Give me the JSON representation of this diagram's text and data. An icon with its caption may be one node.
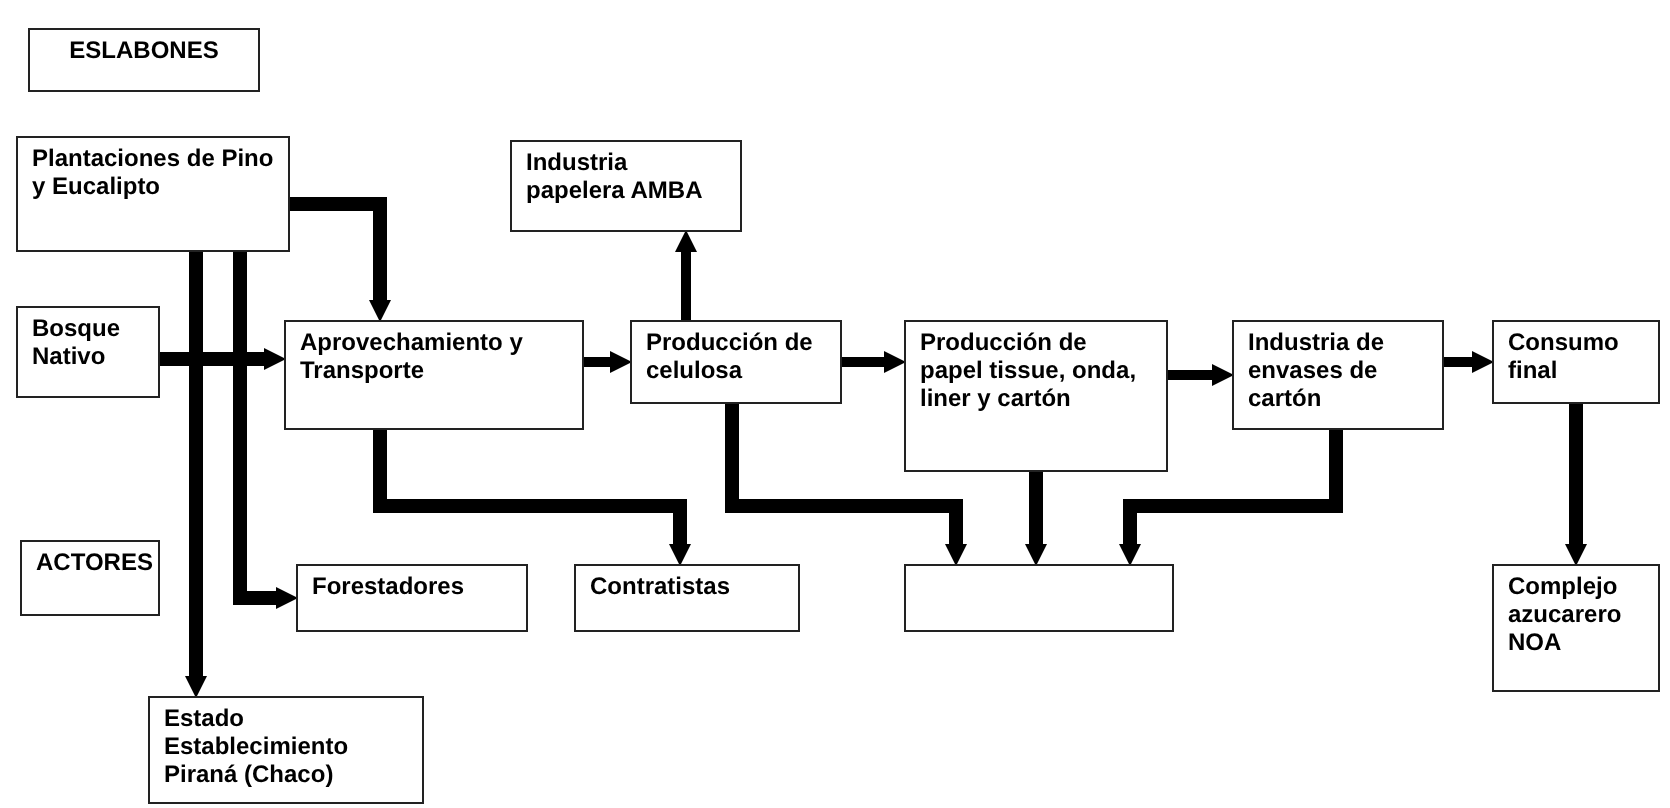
{
  "diagram": {
    "nodes": [
      {
        "text": [
          "ESLABONES"
        ]
      },
      {
        "text": [
          "Plantaciones de Pino y Eucalipto"
        ]
      },
      {
        "text": [
          "Bosque Nativo"
        ]
      },
      {
        "text": [
          "Aprovechamiento y Transporte"
        ]
      },
      {
        "text": [
          "Industria papelera AMBA"
        ]
      },
      {
        "text": [
          "Producción de celulosa"
        ]
      },
      {
        "text": [
          "Producción de papel tissue, onda, liner y cartón"
        ]
      },
      {
        "text": [
          "Industria de envases de cartón"
        ]
      },
      {
        "text": [
          "Consumo final"
        ]
      },
      {
        "text": [
          "ACTORES"
        ]
      },
      {
        "text": [
          "Forestadores"
        ]
      },
      {
        "text": [
          "Contratistas"
        ]
      },
      {
        "text": [],
        "shape": "box"
      },
      {
        "text": [
          "Complejo azucarero NOA"
        ]
      },
      {
        "text": [
          "Estado Establecimiento Piraná (Chaco)"
        ]
      }
    ],
    "edges": [
      {
        "from": 1,
        "to": 3,
        "arrow": "to"
      },
      {
        "from": 2,
        "to": 3,
        "arrow": "to"
      },
      {
        "from": 1,
        "to": 14,
        "arrow": "to"
      },
      {
        "from": 1,
        "to": 10,
        "arrow": "to"
      },
      {
        "from": 3,
        "to": 5,
        "arrow": "to"
      },
      {
        "from": 5,
        "to": 4,
        "arrow": "to"
      },
      {
        "from": 5,
        "to": 6,
        "arrow": "to"
      },
      {
        "from": 6,
        "to": 7,
        "arrow": "to"
      },
      {
        "from": 7,
        "to": 8,
        "arrow": "to"
      },
      {
        "from": 3,
        "to": 11,
        "arrow": "to"
      },
      {
        "from": 5,
        "to": 12,
        "arrow": "to"
      },
      {
        "from": 6,
        "to": 12,
        "arrow": "to"
      },
      {
        "from": 7,
        "to": 12,
        "arrow": "to"
      },
      {
        "from": 8,
        "to": 13,
        "arrow": "to"
      }
    ]
  }
}
